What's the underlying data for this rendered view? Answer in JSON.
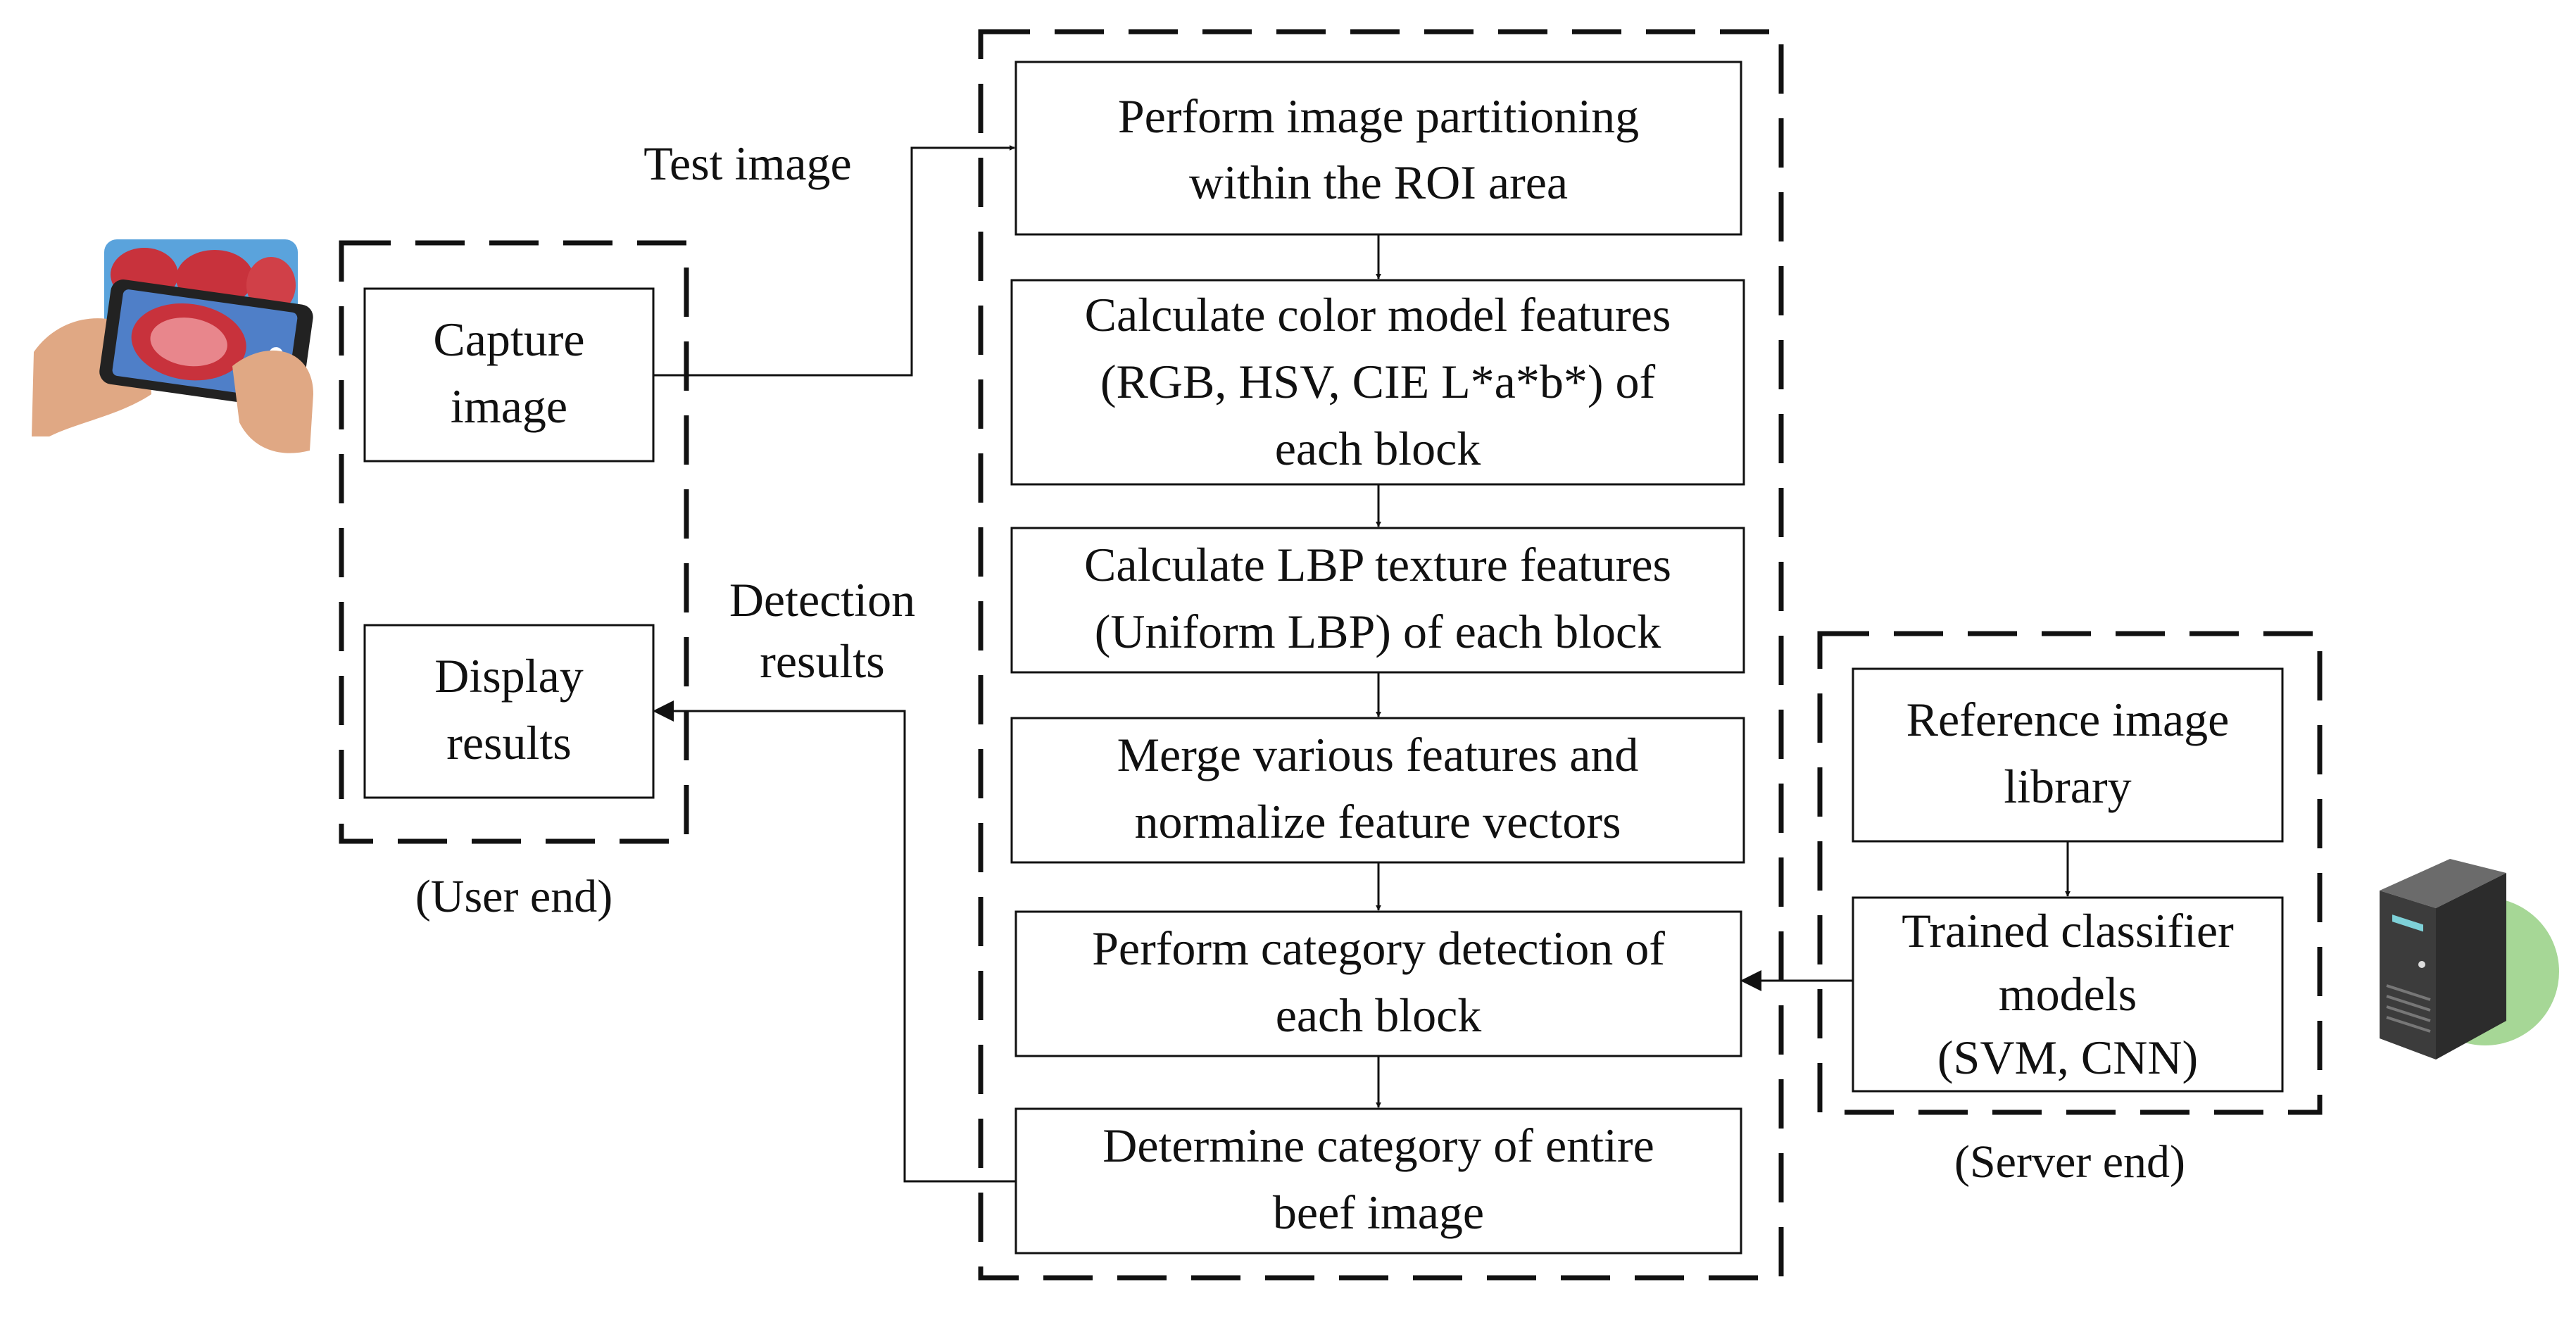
{
  "user_end": {
    "caption": "(User end)",
    "capture": [
      "Capture",
      "image"
    ],
    "display": [
      "Display",
      "results"
    ]
  },
  "server_end": {
    "caption": "(Server end)",
    "library": [
      "Reference image",
      "library"
    ],
    "classifier": [
      "Trained classifier",
      "models",
      "(SVM, CNN)"
    ]
  },
  "pipeline": {
    "steps": [
      [
        "Perform image partitioning",
        "within the ROI area"
      ],
      [
        "Calculate color model features",
        "(RGB, HSV, CIE L*a*b*) of",
        "each block"
      ],
      [
        "Calculate LBP texture features",
        "(Uniform LBP) of each block"
      ],
      [
        "Merge various features and",
        "normalize feature vectors"
      ],
      [
        "Perform category detection of",
        "each block"
      ],
      [
        "Determine category of entire",
        "beef image"
      ]
    ]
  },
  "labels": {
    "test_image": "Test image",
    "detection_results": [
      "Detection",
      "results"
    ]
  },
  "colors": {
    "line": "#111111",
    "server_glow": "#a6d796",
    "server_body": "#3c3c3c",
    "meat": "#c8323c",
    "skin": "#e0a884"
  }
}
